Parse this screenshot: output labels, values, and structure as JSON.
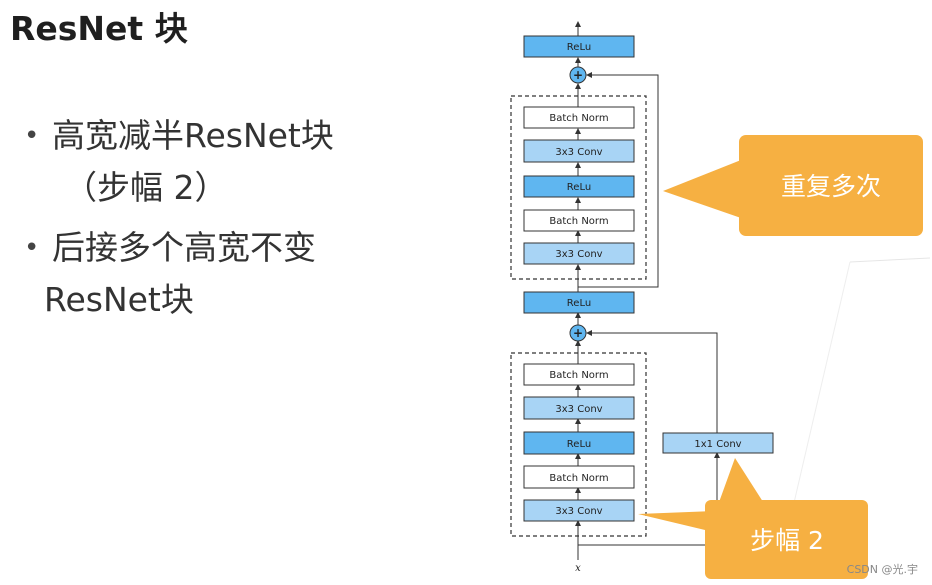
{
  "title": "ResNet 块",
  "bullets": [
    {
      "line1": "高宽减半ResNet块",
      "line2": "（步幅 2）"
    },
    {
      "line1": "后接多个高宽不变",
      "line2": "ResNet块"
    }
  ],
  "diagram": {
    "top_relu": "ReLu",
    "upper_block": [
      "Batch Norm",
      "3x3 Conv",
      "ReLu",
      "Batch Norm",
      "3x3 Conv"
    ],
    "mid_relu": "ReLu",
    "lower_block": [
      "Batch Norm",
      "3x3 Conv",
      "ReLu",
      "Batch Norm",
      "3x3 Conv"
    ],
    "shortcut_conv": "1x1 Conv",
    "input_label": "x",
    "plus_symbol": "+"
  },
  "callouts": {
    "repeat": "重复多次",
    "stride": "步幅 2"
  },
  "colors": {
    "relu_fill": "#5fb6f0",
    "conv_fill": "#a8d4f5",
    "bn_fill": "#ffffff",
    "callout": "#f6b042",
    "plus_fill": "#5fb6f0"
  },
  "watermark": "CSDN @光.宇"
}
